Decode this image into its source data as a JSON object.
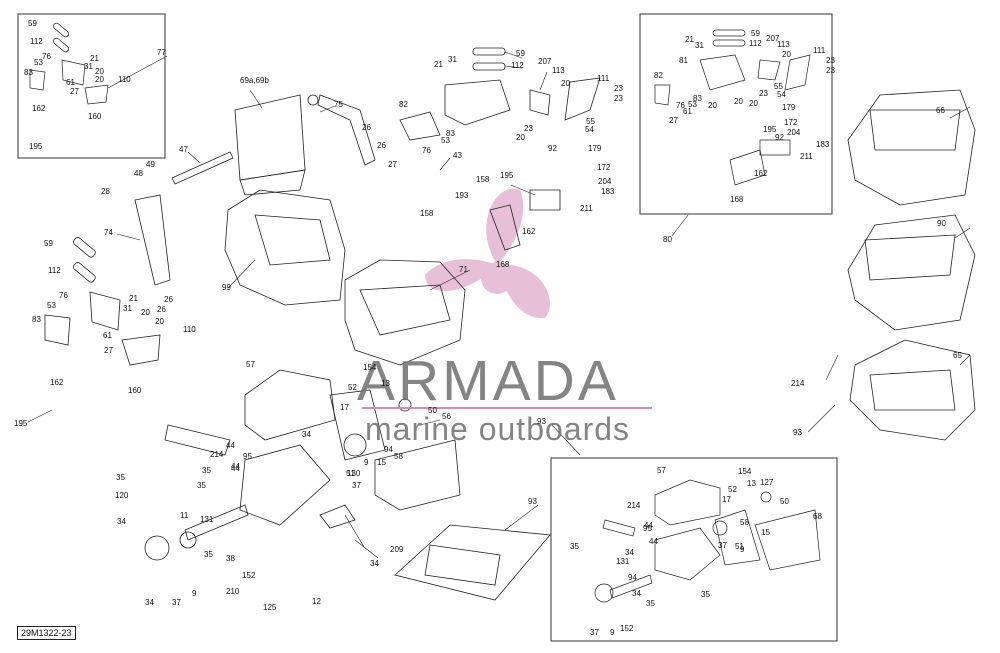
{
  "diagram": {
    "drawing_code": "29M1322-23",
    "watermark": {
      "brand": "ARMADA",
      "tagline": "marine outboards",
      "logo_color": "#d48bb5"
    },
    "callouts": {
      "topleft_box": [
        "59",
        "112",
        "21",
        "31",
        "20",
        "20",
        "83",
        "53",
        "76",
        "61",
        "27",
        "110",
        "162",
        "160",
        "195",
        "77"
      ],
      "main": [
        "69a,69b",
        "75",
        "26",
        "26",
        "47",
        "49",
        "48",
        "28",
        "74",
        "59",
        "112",
        "99",
        "76",
        "53",
        "21",
        "31",
        "20",
        "26",
        "26",
        "20",
        "83",
        "61",
        "27",
        "110",
        "162",
        "160",
        "195",
        "82",
        "27",
        "76",
        "53",
        "83",
        "21",
        "31",
        "59",
        "112",
        "207",
        "113",
        "111",
        "23",
        "23",
        "20",
        "20",
        "23",
        "55",
        "54",
        "43",
        "158",
        "193",
        "158",
        "92",
        "179",
        "172",
        "204",
        "183",
        "195",
        "211",
        "162",
        "168",
        "71"
      ],
      "lower": [
        "57",
        "154",
        "52",
        "13",
        "17",
        "50",
        "56",
        "44",
        "44",
        "214",
        "34",
        "35",
        "35",
        "95",
        "120",
        "44",
        "35",
        "34",
        "11",
        "131",
        "94",
        "58",
        "15",
        "9",
        "51",
        "37",
        "34",
        "209",
        "93",
        "38",
        "35",
        "34",
        "37",
        "9",
        "152",
        "210",
        "125",
        "12",
        "93",
        "130"
      ],
      "right": [
        "66",
        "90",
        "65",
        "214",
        "93",
        "80"
      ],
      "topright_box": [
        "59",
        "112",
        "21",
        "31",
        "207",
        "113",
        "20",
        "111",
        "23",
        "23",
        "82",
        "81",
        "83",
        "76",
        "53",
        "61",
        "20",
        "20",
        "20",
        "55",
        "54",
        "23",
        "27",
        "179",
        "92",
        "172",
        "204",
        "195",
        "183",
        "211",
        "162",
        "168"
      ],
      "lowright_box": [
        "57",
        "154",
        "13",
        "127",
        "44",
        "17",
        "52",
        "50",
        "58",
        "15",
        "68",
        "35",
        "214",
        "95",
        "44",
        "34",
        "37",
        "9",
        "51",
        "131",
        "94",
        "34",
        "35",
        "35",
        "37",
        "9",
        "152"
      ]
    }
  }
}
